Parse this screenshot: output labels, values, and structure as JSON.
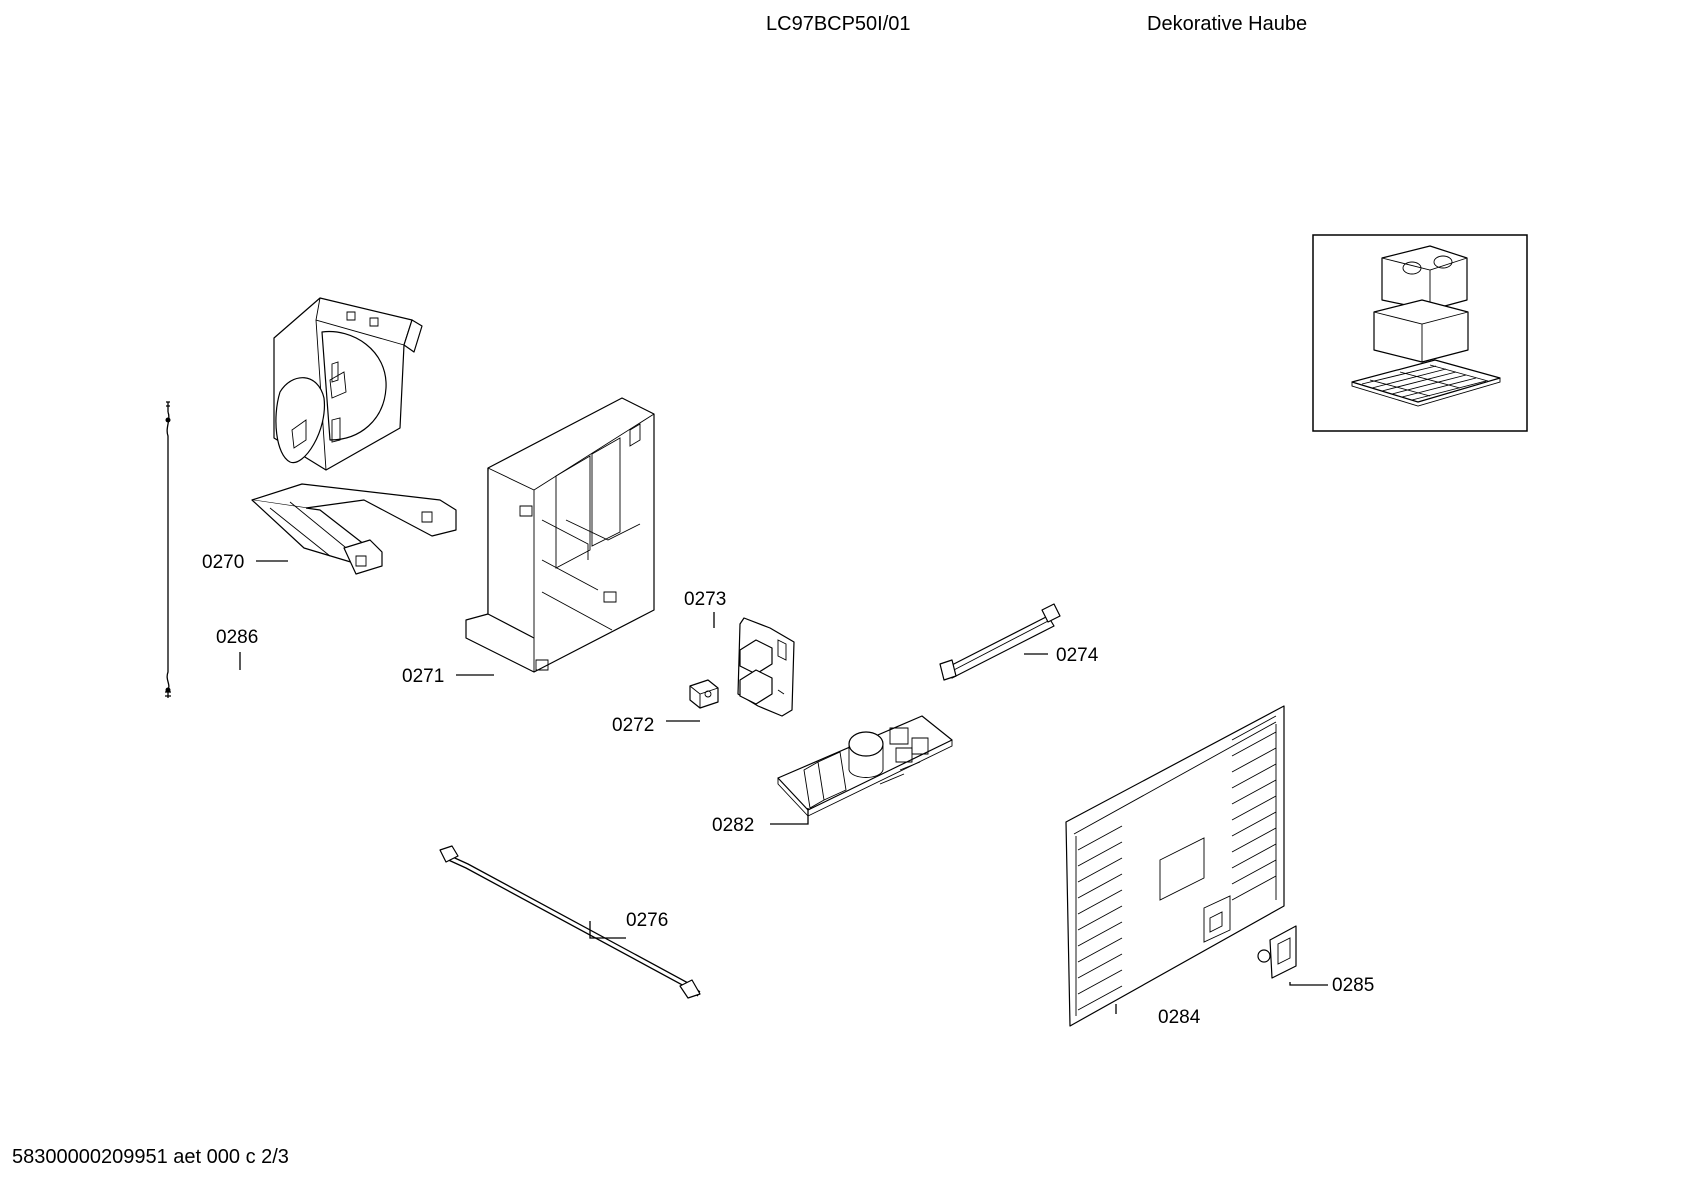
{
  "header": {
    "model": "LC97BCP50I/01",
    "section": "Dekorative Haube"
  },
  "footer": {
    "doc_code": "58300000209951 aet 000 c 2/3"
  },
  "parts": {
    "p0270": "0270",
    "p0271": "0271",
    "p0272": "0272",
    "p0273": "0273",
    "p0274": "0274",
    "p0276": "0276",
    "p0282": "0282",
    "p0284": "0284",
    "p0285": "0285",
    "p0286": "0286"
  }
}
